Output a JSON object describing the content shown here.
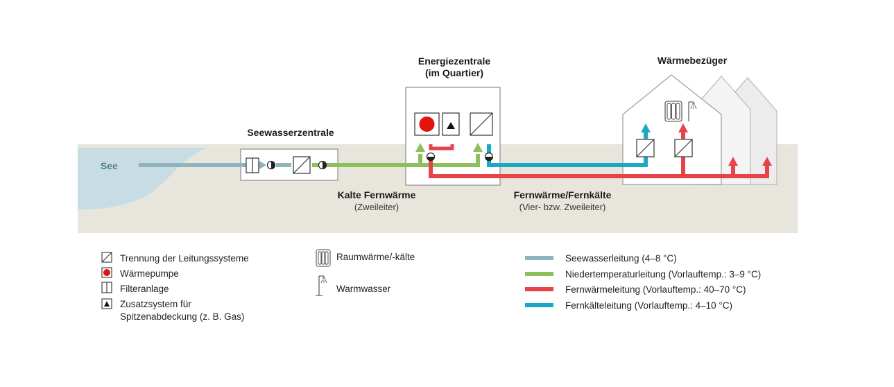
{
  "labels": {
    "see": "See",
    "seawater_station": "Seewasserzentrale",
    "energy_center_line1": "Energiezentrale",
    "energy_center_line2": "(im Quartier)",
    "heat_consumers": "Wärmebezüger",
    "cold_district_heating": "Kalte Fernwärme",
    "cold_district_heating_sub": "(Zweileiter)",
    "district_heating_cooling": "Fernwärme/Fernkälte",
    "district_heating_cooling_sub": "(Vier- bzw. Zweileiter)"
  },
  "legend_symbols": [
    {
      "icon": "separation-icon",
      "label": "Trennung der Leitungssysteme"
    },
    {
      "icon": "heat-pump-icon",
      "label": "Wärmepumpe"
    },
    {
      "icon": "filter-icon",
      "label": "Filteranlage"
    },
    {
      "icon": "auxiliary-system-icon",
      "label": "Zusatzsystem für",
      "label2": "Spitzenabdeckung (z. B. Gas)"
    },
    {
      "icon": "radiator-icon",
      "label": "Raumwärme/-kälte"
    },
    {
      "icon": "hot-water-tap-icon",
      "label": "Warmwasser"
    }
  ],
  "legend_lines": [
    {
      "label": "Seewasserleitung (4–8 °C)",
      "color": "#8fb3bf"
    },
    {
      "label": "Niedertemperaturleitung (Vorlauftemp.: 3–9 °C)",
      "color": "#8dc05a"
    },
    {
      "label": "Fernwärmeleitung (Vorlauftemp.: 40–70 °C)",
      "color": "#e8434b"
    },
    {
      "label": "Fernkälteleitung (Vorlauftemp.: 4–10 °C)",
      "color": "#19a9c4"
    }
  ],
  "colors": {
    "lake": "#c7dde3",
    "lake_text": "#4f7f8e",
    "ground": "#e8e6dc",
    "heat_pump": "#e3140f",
    "house_back": "#eeeeee"
  }
}
